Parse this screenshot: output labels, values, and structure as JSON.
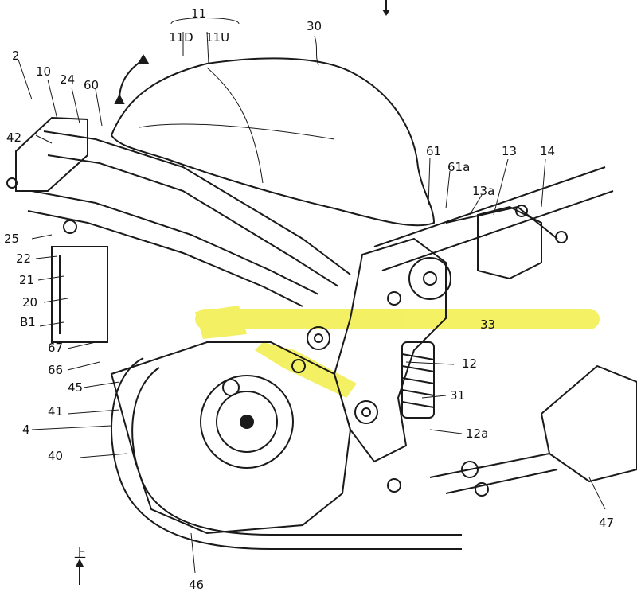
{
  "figure": {
    "highlight_color": "#f2ee4a",
    "line_color": "#1a1a1a"
  },
  "labels": {
    "l11": "11",
    "l11D": "11D",
    "l11U": "11U",
    "l2": "2",
    "l10": "10",
    "l24": "24",
    "l60": "60",
    "l30": "30",
    "l42": "42",
    "l61": "61",
    "l61a": "61a",
    "l13": "13",
    "l14": "14",
    "l13a": "13a",
    "l25": "25",
    "l22": "22",
    "l21": "21",
    "l20": "20",
    "lB1": "B1",
    "l33": "33",
    "l67": "67",
    "l66": "66",
    "l12": "12",
    "l45": "45",
    "l31": "31",
    "l41": "41",
    "l4": "4",
    "l12a": "12a",
    "l40": "40",
    "l47": "47",
    "l46": "46",
    "lUp": "上"
  }
}
